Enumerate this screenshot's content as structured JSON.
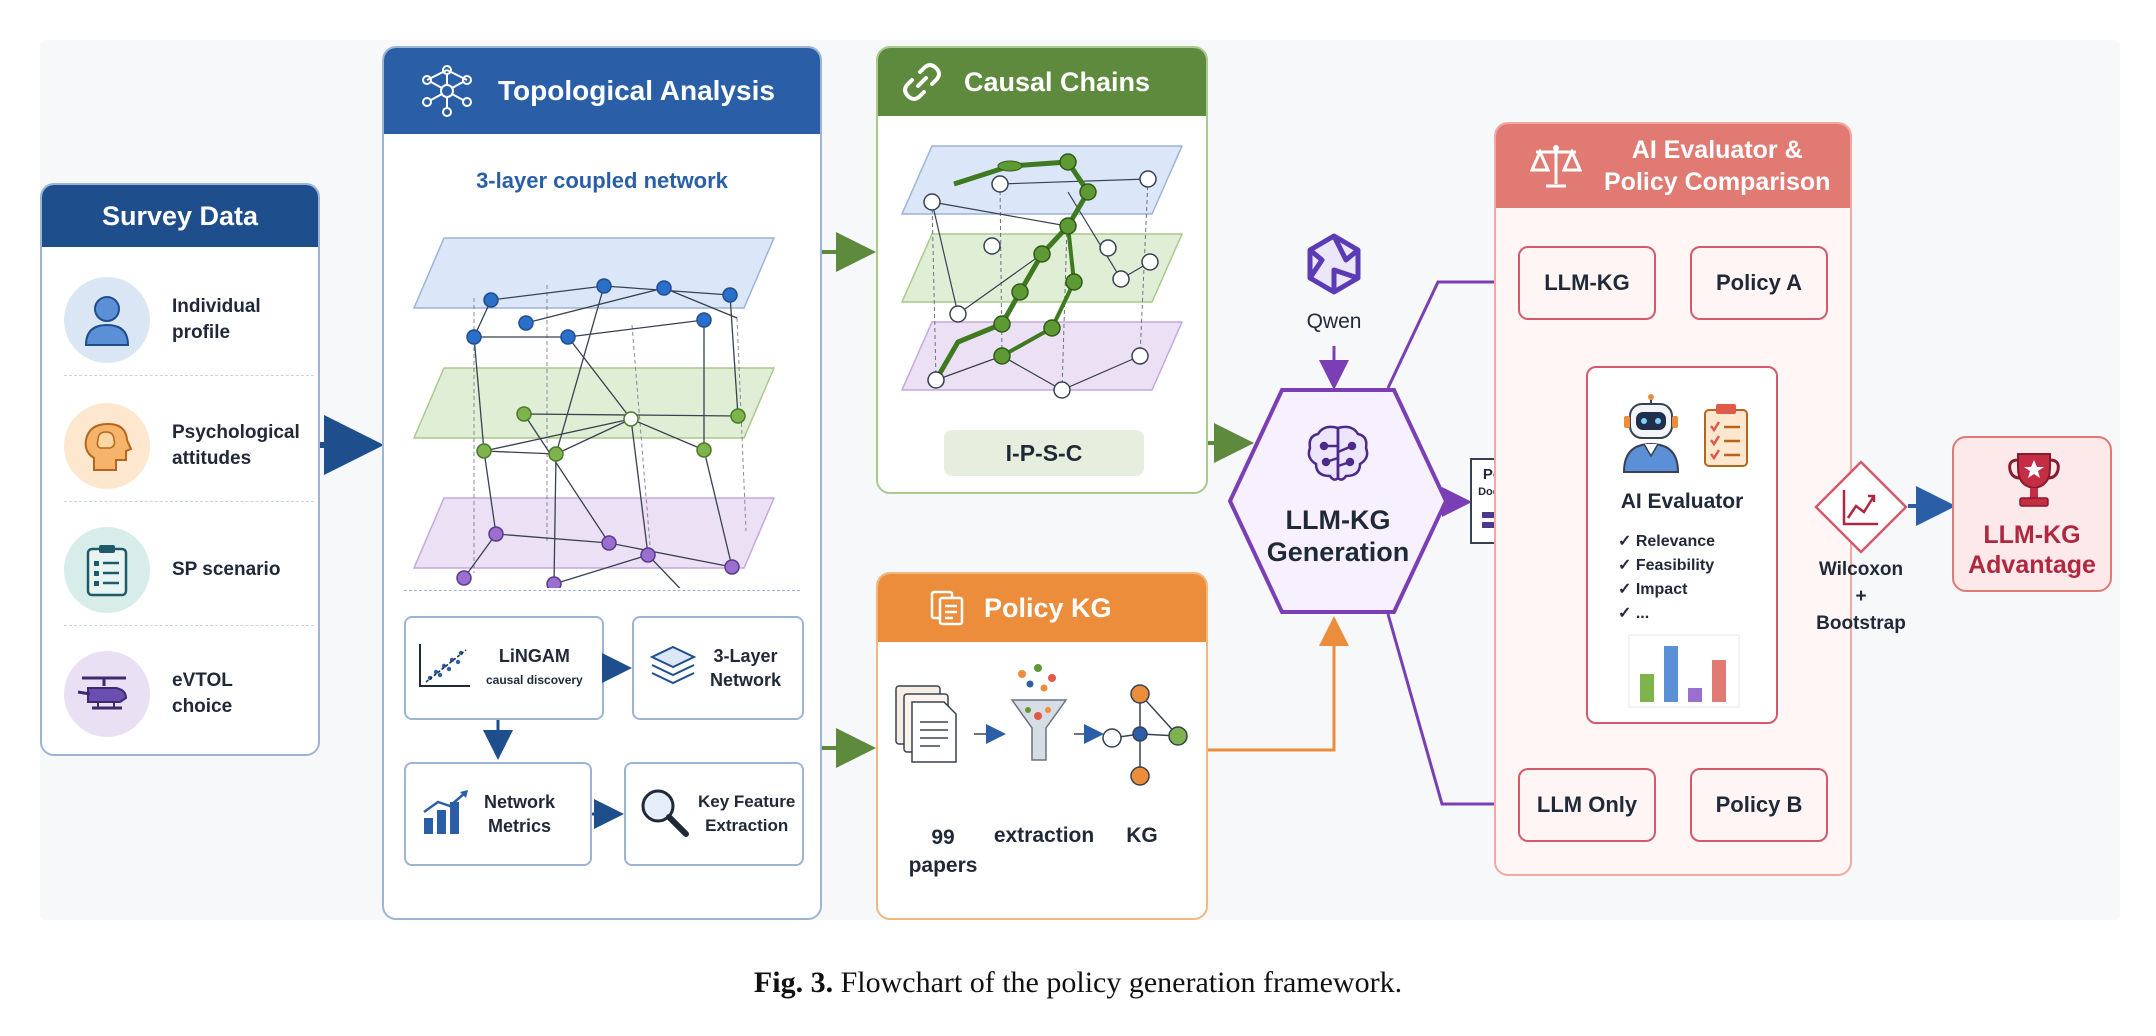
{
  "survey": {
    "title": "Survey Data",
    "items": [
      {
        "label_line1": "Individual",
        "label_line2": "profile",
        "icon": "person-icon"
      },
      {
        "label_line1": "Psychological",
        "label_line2": "attitudes",
        "icon": "brain-head-icon"
      },
      {
        "label_line1": "SP scenario",
        "label_line2": "",
        "icon": "clipboard-icon"
      },
      {
        "label_line1": "eVTOL",
        "label_line2": "choice",
        "icon": "helicopter-icon"
      }
    ]
  },
  "topology": {
    "title": "Topological Analysis",
    "subtitle": "3-layer coupled network",
    "boxes": {
      "lingam_title": "LiNGAM",
      "lingam_sub": "causal discovery",
      "layer_line1": "3-Layer",
      "layer_line2": "Network",
      "metrics_line1": "Network",
      "metrics_line2": "Metrics",
      "key_line1": "Key Feature",
      "key_line2": "Extraction"
    }
  },
  "causal": {
    "title": "Causal Chains",
    "chain_label": "I-P-S-C"
  },
  "policykg": {
    "title": "Policy KG",
    "papers_line1": "99",
    "papers_line2": "papers",
    "extraction": "extraction",
    "kg": "KG"
  },
  "qwen": {
    "label": "Qwen"
  },
  "llmkg_gen": {
    "line1": "LLM-KG",
    "line2": "Generation"
  },
  "policy_doc": {
    "line1": "Policy",
    "line2": "Document"
  },
  "evaluator": {
    "title_line1": "AI Evaluator &",
    "title_line2": "Policy Comparison",
    "llm_kg": "LLM-KG",
    "policy_a": "Policy A",
    "llm_only": "LLM Only",
    "policy_b": "Policy B",
    "ai_eval_title": "AI Evaluator",
    "criteria": [
      "✓ Relevance",
      "✓ Feasibility",
      "✓ Impact",
      "✓ ..."
    ],
    "bar_values": [
      2,
      4,
      1,
      3
    ]
  },
  "stats": {
    "line1": "Wilcoxon",
    "line2": "+",
    "line3": "Bootstrap"
  },
  "result": {
    "line1": "LLM-KG",
    "line2": "Advantage"
  },
  "caption": {
    "label": "Fig. 3.",
    "text": "Flowchart of the policy generation framework."
  },
  "colors": {
    "survey_blue": "#1f4e8c",
    "topo_blue": "#2a5fa8",
    "causal_green": "#5d8a3c",
    "policy_orange": "#ec8d3b",
    "eval_red": "#e07a72",
    "advantage_red": "#b0283f",
    "arrow_blue": "#2a5fa8",
    "arrow_purple": "#7b3fb5",
    "arrow_crimson": "#c0305a"
  }
}
